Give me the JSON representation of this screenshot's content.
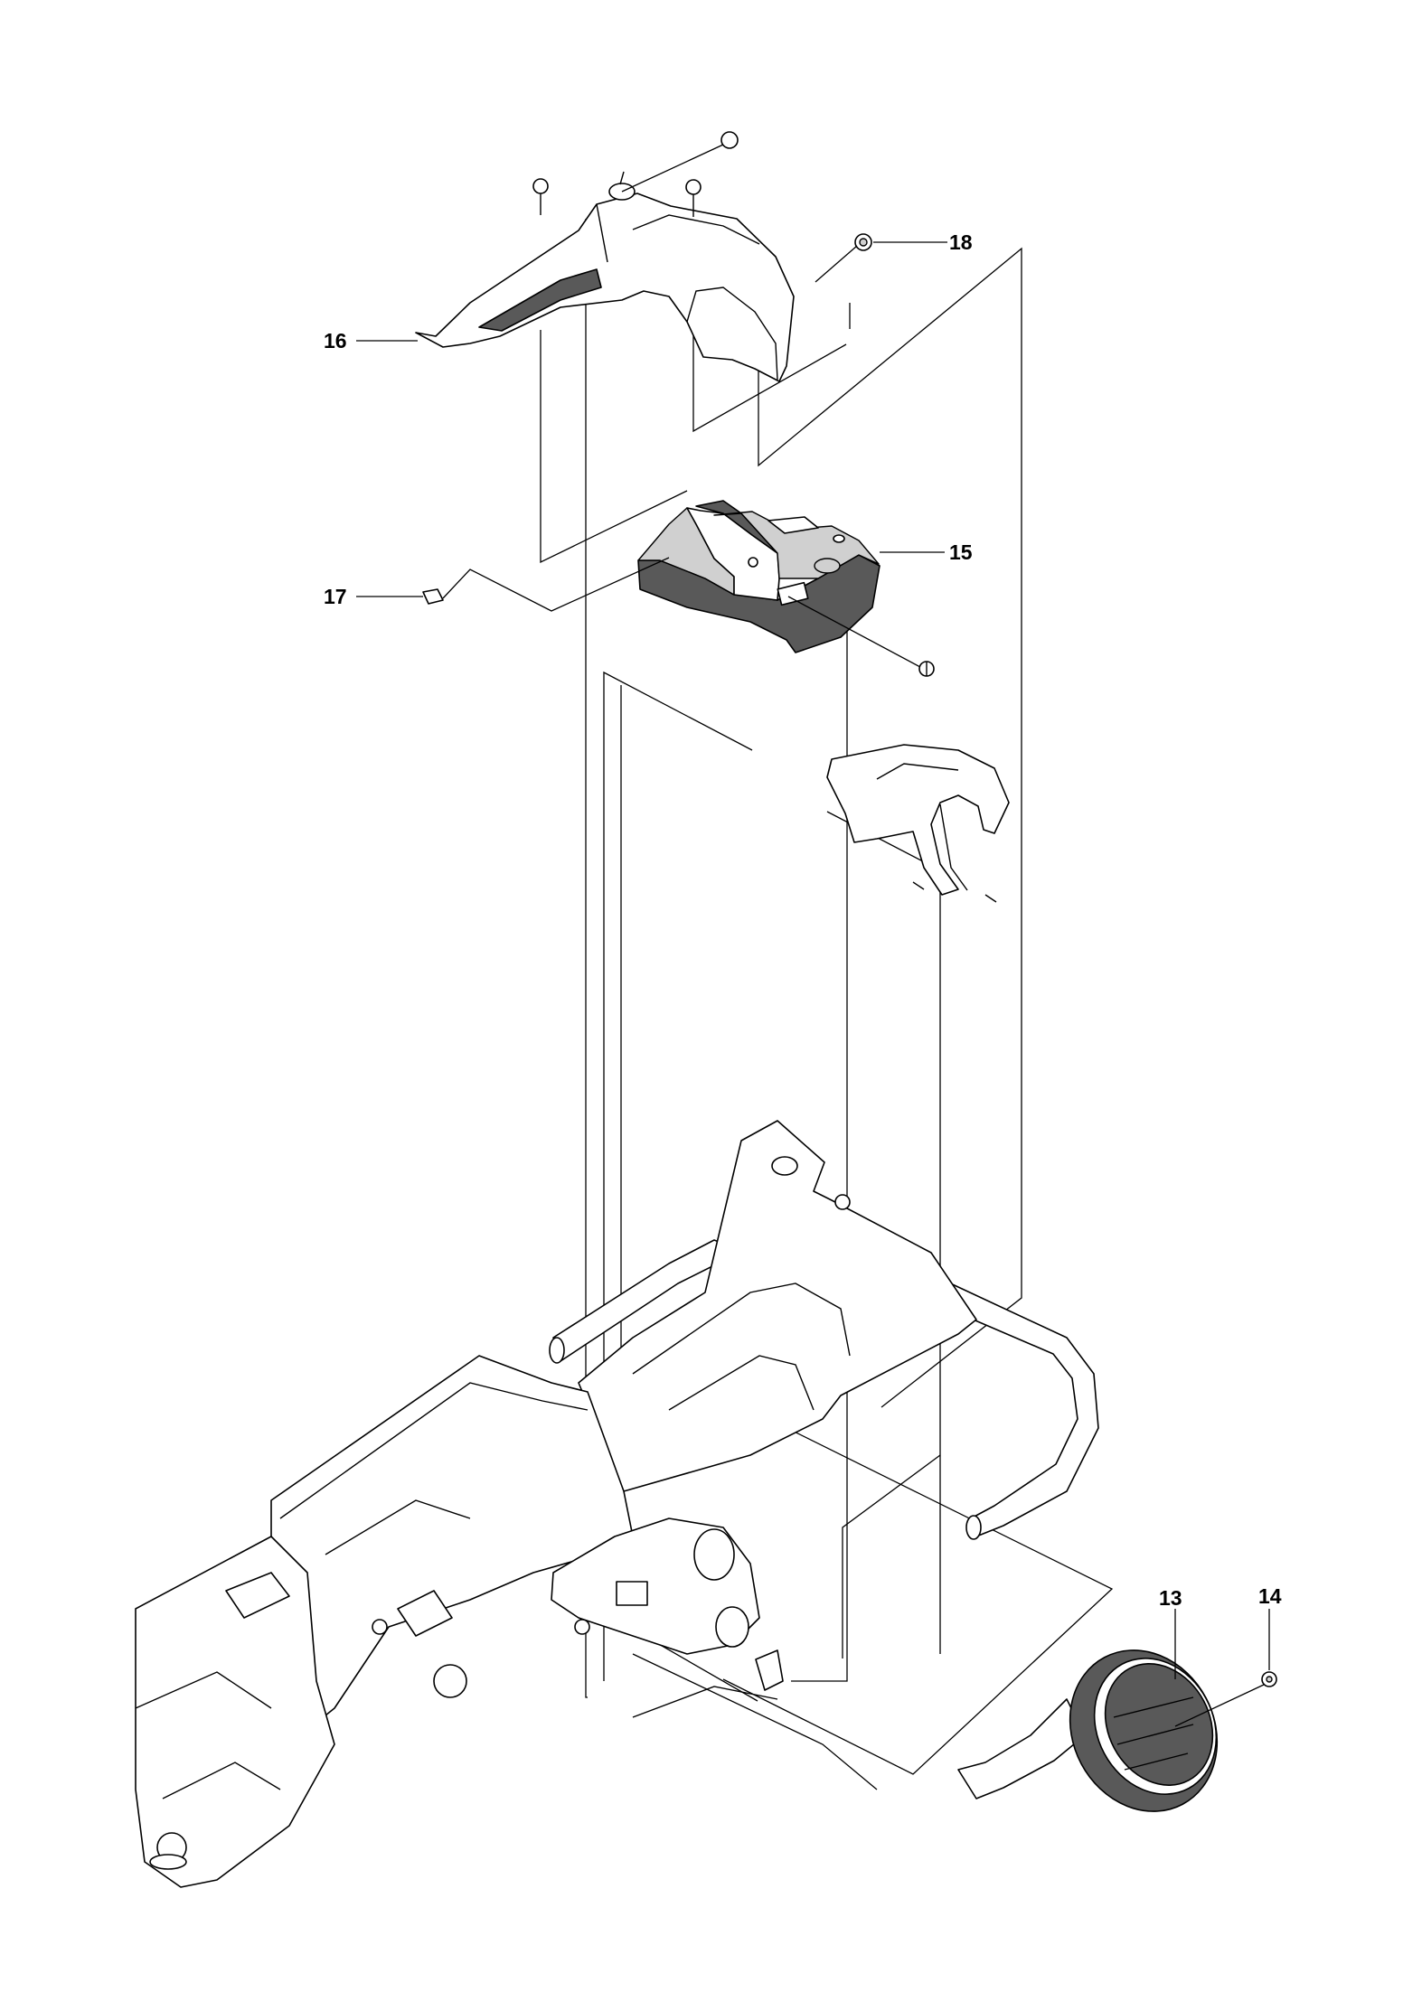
{
  "callouts": {
    "part_13": "13",
    "part_14": "14",
    "part_15": "15",
    "part_16": "16",
    "part_17": "17",
    "part_18": "18"
  },
  "colors": {
    "line": "#000000",
    "background": "#ffffff",
    "shade_dark": "#595959",
    "shade_light": "#d0d0d0"
  }
}
